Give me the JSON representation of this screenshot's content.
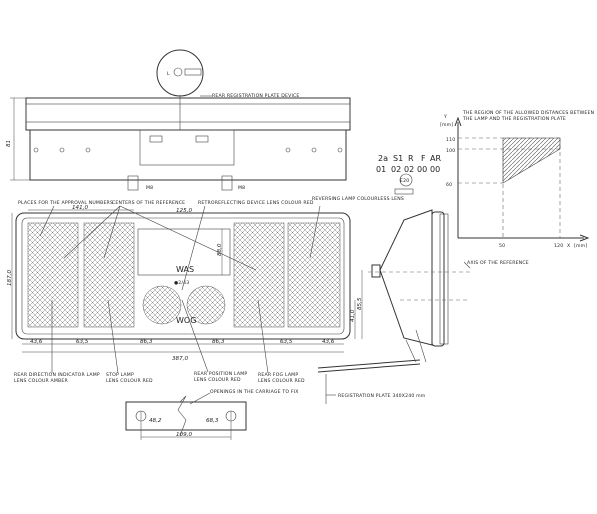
{
  "top_symbol": {
    "letter": "L"
  },
  "labels": {
    "rear_reg_plate_device": "REAR REGISTRATION PLATE DEVICE",
    "places_approval": "PLACES FOR THE APPROVAL NUMBERS",
    "centers_reference": "CENTERS OF THE REFERENCE",
    "retroreflecting": "RETROREFLECTING DEVICE LENS COLOUR RED",
    "reversing_lamp": "REVERSING LAMP COLOURLESS LENS",
    "axis_reference": "AXIS OF THE REFERENCE",
    "rear_direction": "REAR DIRECTION INDICATOR LAMP",
    "rear_direction_colour": "LENS COLOUR AMBER",
    "stop_lamp": "STOP LAMP",
    "stop_lamp_colour": "LENS COLOUR RED",
    "rear_position": "REAR POSITION LAMP",
    "rear_position_colour": "LENS COLOUR RED",
    "rear_fog": "REAR FOG LAMP",
    "rear_fog_colour": "LENS COLOUR RED",
    "openings": "OPENINGS IN THE CARRIAGE TO FIX",
    "reg_plate": "REGISTRATION PLATE 340X240 mm",
    "graph_title_1": "THE REGION OF THE ALLOWED DISTANCES BETWEEN",
    "graph_title_2": "THE LAMP AND THE REGISTRATION PLATE"
  },
  "lens_marks": {
    "was": "WAS",
    "wog": "WOG",
    "mark_lower": "●2/43"
  },
  "approval_codes": {
    "top": [
      "2a",
      "S1",
      "R",
      "F",
      "AR"
    ],
    "bottom": [
      "01",
      "02",
      "02",
      "00",
      "00"
    ],
    "circle": "E20"
  },
  "bolt_labels": [
    "M8",
    "M8"
  ],
  "side_dimension": "81",
  "dimensions": {
    "d141": "141,0",
    "d125": "125,0",
    "d88": "88,0",
    "d187": "187,0",
    "d436_1": "43,6",
    "d635_1": "63,5",
    "d863_1": "86,3",
    "d387": "387,0",
    "d863_2": "86,3",
    "d635_2": "63,5",
    "d436_2": "43,6",
    "d410": "41,0",
    "d855": "85,5",
    "d482": "48,2",
    "d683": "68,3",
    "d1090": "109,0"
  },
  "graph": {
    "y_axis_label": "Y",
    "y_unit": "[mm]",
    "x_axis_label": "X",
    "x_unit": "[mm]",
    "y_ticks": [
      "110",
      "100",
      "60"
    ],
    "x_ticks": [
      "50",
      "120"
    ]
  }
}
